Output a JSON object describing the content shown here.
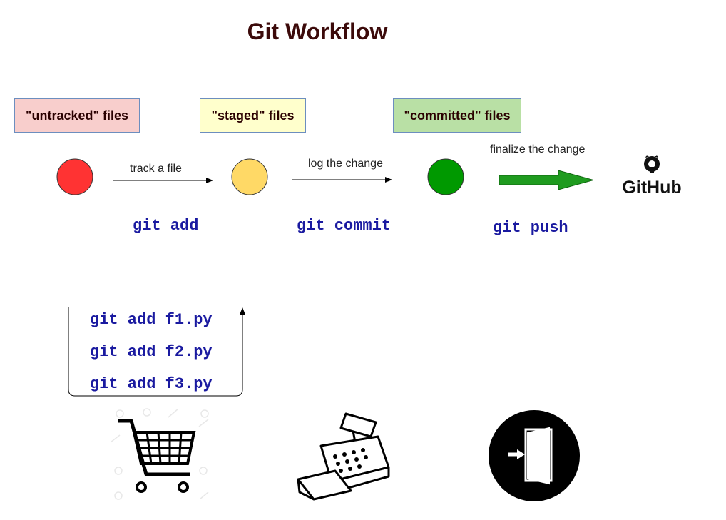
{
  "title": "Git Workflow",
  "states": [
    {
      "label": "\"untracked\" files",
      "fill": "#f8cecc",
      "dot_color": "#ff3333"
    },
    {
      "label": "\"staged\" files",
      "fill": "#ffffcc",
      "dot_color": "#ffd966"
    },
    {
      "label": "\"committed\" files",
      "fill": "#b9e0a5",
      "dot_color": "#009900"
    }
  ],
  "transitions": [
    {
      "label": "track a file",
      "command": "git add"
    },
    {
      "label": "log the change",
      "command": "git commit"
    },
    {
      "label": "finalize the change",
      "command": "git push"
    }
  ],
  "remote": {
    "name": "GitHub",
    "icon": "github-octocat-icon"
  },
  "add_examples": [
    "git add f1.py",
    "git add f2.py",
    "git add f3.py"
  ],
  "analogy_icons": [
    "shopping-cart-icon",
    "cash-register-icon",
    "exit-door-icon"
  ],
  "colors": {
    "title": "#3c0a0a",
    "command": "#1a1aa0",
    "push_arrow": "#1f9b1f"
  }
}
